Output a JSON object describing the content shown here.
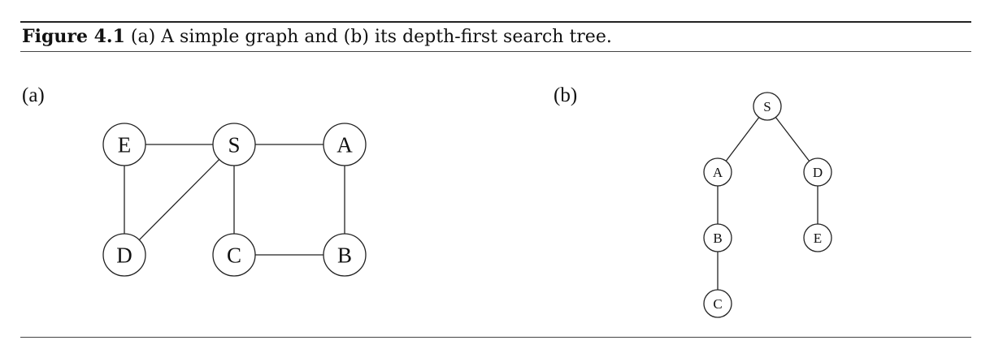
{
  "caption": {
    "label": "Figure 4.1",
    "text": " (a) A simple graph and (b) its depth-first search tree."
  },
  "panels": {
    "a": {
      "label": "(a)",
      "nodes": [
        "E",
        "S",
        "A",
        "D",
        "C",
        "B"
      ],
      "edges": [
        [
          "E",
          "S"
        ],
        [
          "S",
          "A"
        ],
        [
          "E",
          "D"
        ],
        [
          "S",
          "D"
        ],
        [
          "S",
          "C"
        ],
        [
          "A",
          "B"
        ],
        [
          "C",
          "B"
        ]
      ]
    },
    "b": {
      "label": "(b)",
      "nodes": [
        "S",
        "A",
        "D",
        "B",
        "E",
        "C"
      ],
      "edges": [
        [
          "S",
          "A"
        ],
        [
          "S",
          "D"
        ],
        [
          "A",
          "B"
        ],
        [
          "D",
          "E"
        ],
        [
          "B",
          "C"
        ]
      ]
    }
  }
}
